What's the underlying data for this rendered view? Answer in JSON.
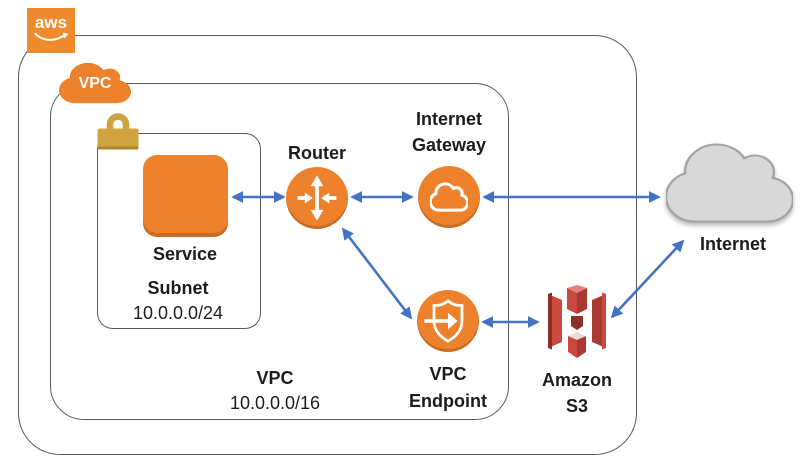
{
  "logo": {
    "text": "aws"
  },
  "vpc_badge": "VPC",
  "nodes": {
    "service": "Service",
    "router": "Router",
    "internet_gateway": "Internet Gateway",
    "vpc_endpoint": "VPC Endpoint",
    "amazon_s3": "Amazon S3",
    "internet": "Internet"
  },
  "subnet": {
    "label": "Subnet",
    "cidr": "10.0.0.0/24"
  },
  "vpc": {
    "label": "VPC",
    "cidr": "10.0.0.0/16"
  },
  "connections": [
    {
      "from": "Service",
      "to": "Router",
      "bidirectional": true
    },
    {
      "from": "Router",
      "to": "Internet Gateway",
      "bidirectional": true
    },
    {
      "from": "Internet Gateway",
      "to": "Internet",
      "bidirectional": true
    },
    {
      "from": "Router",
      "to": "VPC Endpoint",
      "bidirectional": true
    },
    {
      "from": "VPC Endpoint",
      "to": "Amazon S3",
      "bidirectional": true
    },
    {
      "from": "Amazon S3",
      "to": "Internet",
      "bidirectional": true
    }
  ],
  "colors": {
    "orange": "#EE822C",
    "aws_orange": "#F08B2D",
    "arrow_blue": "#4472C4",
    "boundary_gray": "#5A5A5A",
    "lock_gold": "#CFA33D",
    "internet_cloud_fill": "#D8D8D8",
    "internet_cloud_stroke": "#A3A3A3",
    "s3_red": "#CB4A40",
    "s3_red_dark": "#A83A31",
    "s3_red_light": "#E2837B",
    "label_black": "#1C1C1C"
  }
}
